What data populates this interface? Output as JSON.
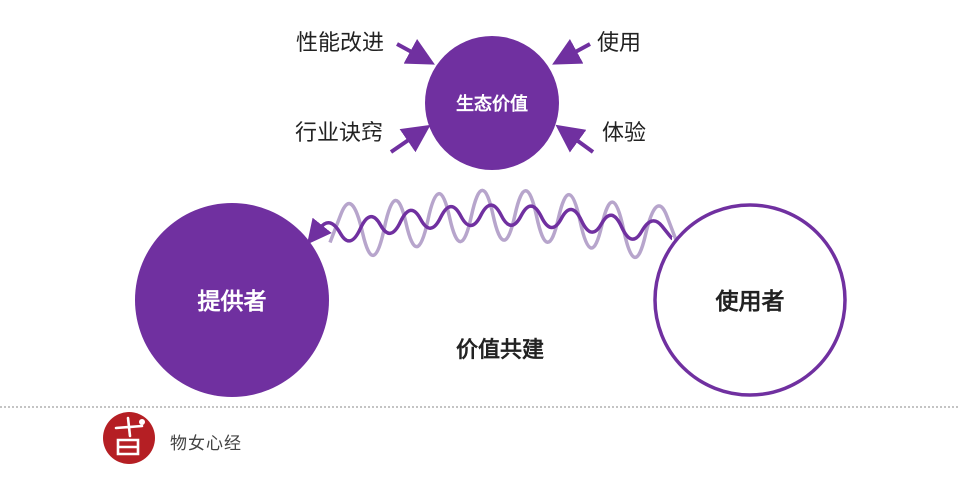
{
  "colors": {
    "purple": "#7030a0",
    "light_purple": "#b7a5cc",
    "text": "#222222",
    "white": "#ffffff",
    "logo_red": "#b51f24",
    "divider": "#888888"
  },
  "diagram": {
    "center_node": "生态价值",
    "provider_node": "提供者",
    "user_node": "使用者",
    "cocreation_label": "价值共建",
    "factors": {
      "top_left": "性能改进",
      "top_right": "使用",
      "bottom_left": "行业诀窍",
      "bottom_right": "体验"
    }
  },
  "footer": {
    "logo_icon": "brand-seal-icon",
    "brand_name": "物女心经"
  }
}
